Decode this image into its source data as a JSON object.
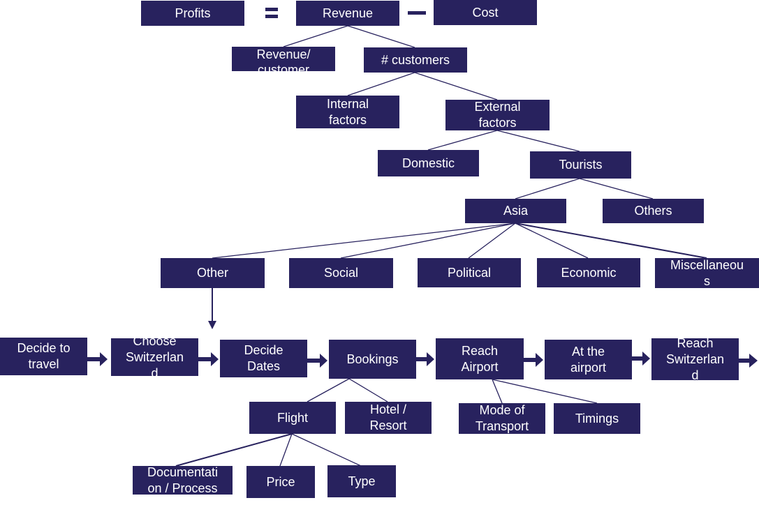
{
  "colors": {
    "box_fill": "#28225e",
    "box_text": "#ffffff",
    "line": "#28225e"
  },
  "nodes": {
    "profits": "Profits",
    "revenue": "Revenue",
    "cost": "Cost",
    "revenue_per_customer": "Revenue/\ncustomer",
    "num_customers": "# customers",
    "internal_factors": "Internal\nfactors",
    "external_factors": "External\nfactors",
    "domestic": "Domestic",
    "tourists": "Tourists",
    "asia": "Asia",
    "others": "Others",
    "other": "Other",
    "social": "Social",
    "political": "Political",
    "economic": "Economic",
    "miscellaneous": "Miscellaneou\ns",
    "decide_to_travel": "Decide to\ntravel",
    "choose_switzerland": "Choose\nSwitzerlan\nd",
    "decide_dates": "Decide\nDates",
    "bookings": "Bookings",
    "reach_airport": "Reach\nAirport",
    "at_the_airport": "At the\nairport",
    "reach_switzerland": "Reach\nSwitzerlan\nd",
    "flight": "Flight",
    "hotel_resort": "Hotel /\nResort",
    "mode_of_transport": "Mode of\nTransport",
    "timings": "Timings",
    "documentation_process": "Documentati\non / Process",
    "price": "Price",
    "type": "Type"
  }
}
